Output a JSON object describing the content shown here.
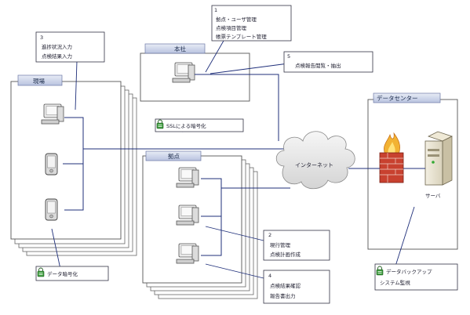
{
  "site": {
    "title": "現場"
  },
  "hq": {
    "title": "本社"
  },
  "base": {
    "title": "拠点"
  },
  "dc": {
    "title": "データセンター",
    "server_label": "サーバ"
  },
  "internet": {
    "label": "インターネット"
  },
  "callouts": {
    "c1": {
      "num": "1",
      "lines": [
        "拠点・ユーザ管理",
        "点検項目管理",
        "帳票テンプレート管理"
      ]
    },
    "c2": {
      "num": "2",
      "lines": [
        "現行管理",
        "点検計画作成"
      ]
    },
    "c3": {
      "num": "3",
      "lines": [
        "進捗状況入力",
        "点検結果入力"
      ]
    },
    "c4": {
      "num": "4",
      "lines": [
        "点検結果確認",
        "報告書出力"
      ]
    },
    "c5": {
      "num": "5",
      "lines": [
        "点検報告閲覧・抽出"
      ]
    },
    "ssl": {
      "text": "SSLによる暗号化"
    },
    "enc": {
      "text": "データ暗号化"
    },
    "backup": {
      "lines": [
        "データバックアップ",
        "システム監視"
      ]
    }
  },
  "colors": {
    "line": "#1f2f7a",
    "box_fill": "#ffffff",
    "header": "#c8d0e8",
    "cloud": "#e6e6e6"
  }
}
